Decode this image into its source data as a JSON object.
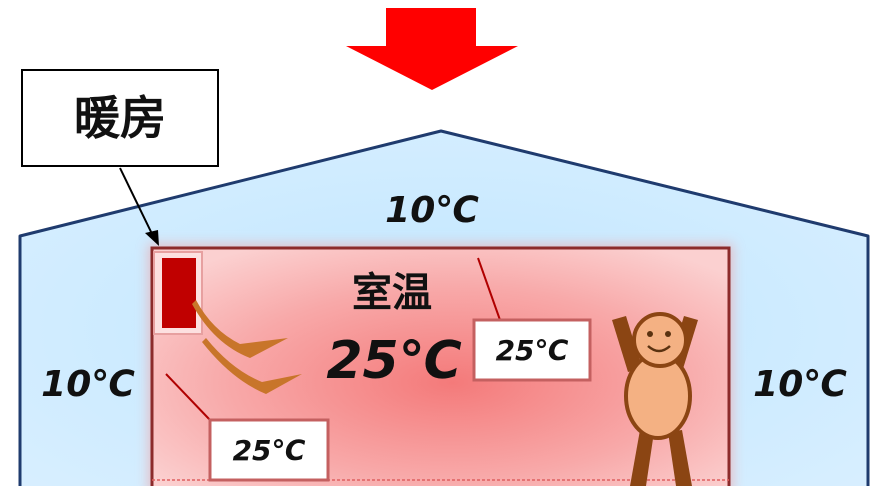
{
  "label_box": {
    "text": "暖房"
  },
  "outside_temps": {
    "top": "10℃",
    "left": "10℃",
    "right": "10℃"
  },
  "room": {
    "title": "室温",
    "temp": "25℃"
  },
  "callouts": {
    "wall_temp": "25℃",
    "floor_temp": "25℃"
  },
  "colors": {
    "arrow": "#ff0000",
    "house_outline": "#1f3b6e",
    "room_fill": "#f8a7a7",
    "heater": "#c00000",
    "warm_air": "#c8752a",
    "figure_skin": "#f4b183",
    "figure_limbs": "#8b4513"
  },
  "icons": {
    "heater": "heater-icon",
    "person": "person-figure",
    "down_arrow": "down-arrow-icon"
  }
}
